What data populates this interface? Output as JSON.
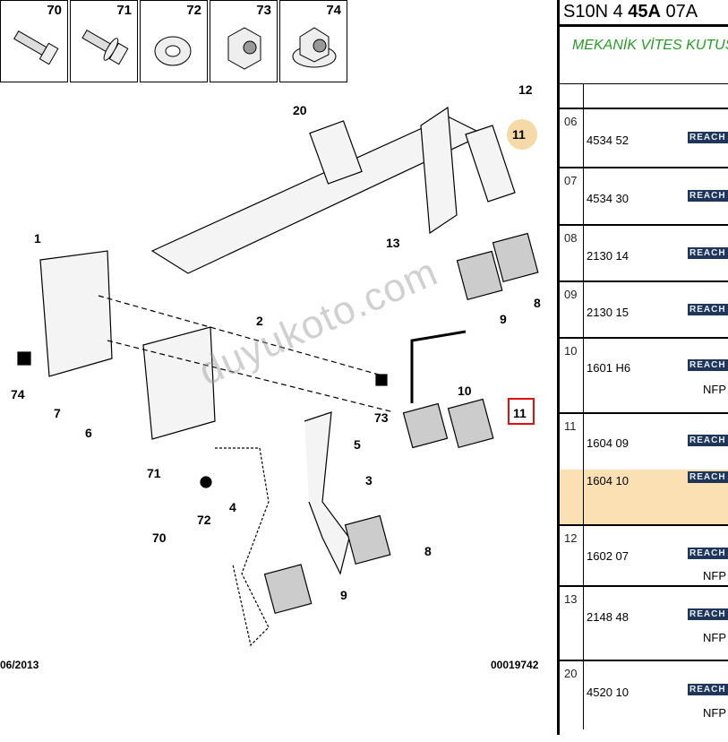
{
  "diagram": {
    "top_parts": [
      "70",
      "71",
      "72",
      "73",
      "74"
    ],
    "callouts": {
      "c12": "12",
      "c20": "20",
      "c11a": "11",
      "c13": "13",
      "c1": "1",
      "c2": "2",
      "c8a": "8",
      "c9a": "9",
      "c10": "10",
      "c11b": "11",
      "c74": "74",
      "c7": "7",
      "c73": "73",
      "c6": "6",
      "c5": "5",
      "c71": "71",
      "c3": "3",
      "c72": "72",
      "c4": "4",
      "c70": "70",
      "c8b": "8",
      "c9b": "9"
    },
    "watermark": "duyukoto.com",
    "date": "06/2013",
    "ref": "00019742",
    "highlight_color": "#f5d9a6",
    "selected_box_color": "#d11111"
  },
  "panel": {
    "title_pre": "S10N 4 ",
    "title_bold": "45A",
    "title_post": " 07A",
    "subtitle": "MEKANİK VİTES KUTUSU",
    "badge": "REACH",
    "nfp": "NFP",
    "rows": [
      {
        "num": "06",
        "ref": "4534 52"
      },
      {
        "num": "07",
        "ref": "4534 30"
      },
      {
        "num": "08",
        "ref": "2130 14"
      },
      {
        "num": "09",
        "ref": "2130 15"
      },
      {
        "num": "10",
        "ref": "1601 H6"
      },
      {
        "num": "11",
        "ref": "1604 09",
        "ref2": "1604 10"
      },
      {
        "num": "12",
        "ref": "1602 07"
      },
      {
        "num": "13",
        "ref": "2148 48"
      },
      {
        "num": "20",
        "ref": "4520 10"
      }
    ]
  }
}
